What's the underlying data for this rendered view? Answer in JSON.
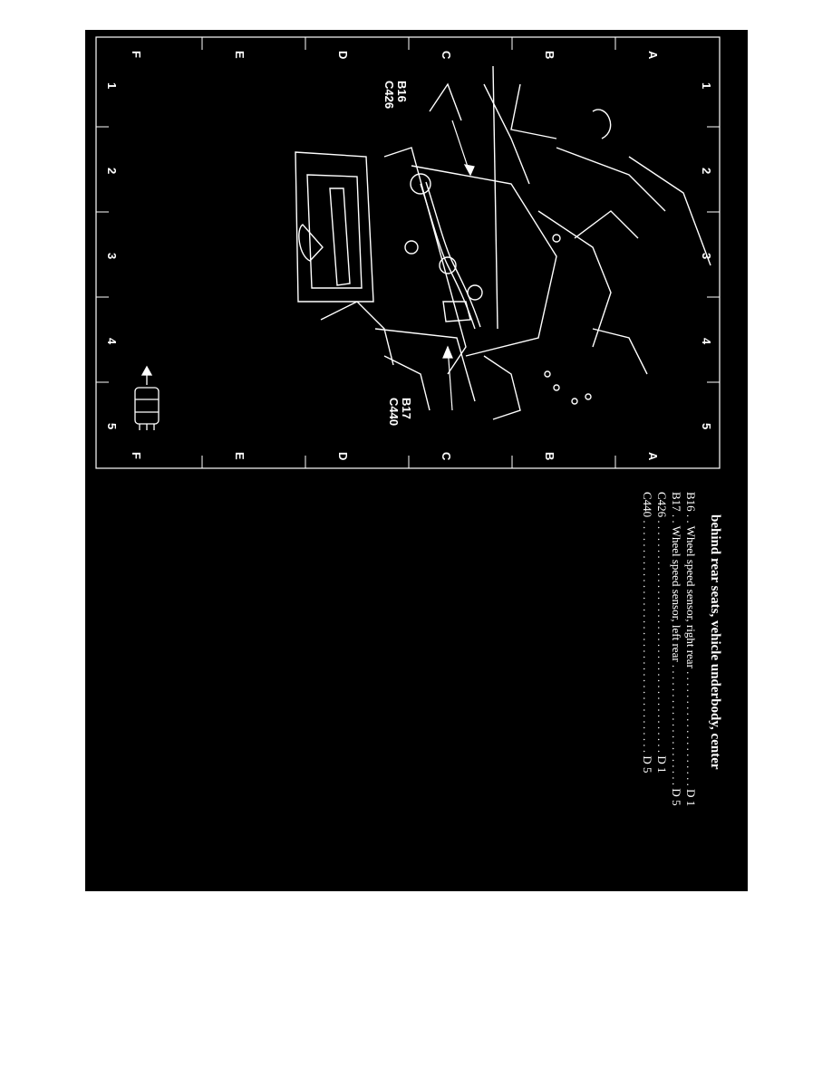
{
  "diagram": {
    "grid_rows_left": [
      "F",
      "E",
      "D",
      "C",
      "B",
      "A"
    ],
    "grid_rows_right": [
      "F",
      "E",
      "D",
      "C",
      "B",
      "A"
    ],
    "grid_cols_top": [
      "1",
      "2",
      "3",
      "4",
      "5"
    ],
    "grid_cols_bottom": [
      "1",
      "2",
      "3",
      "4",
      "5"
    ],
    "callouts": {
      "b16": "B16",
      "c426": "C426",
      "b17": "B17",
      "c440": "C440"
    }
  },
  "legend": {
    "title": "behind rear seats, vehicle underbody, center",
    "rows": [
      "B16 . .  Wheel speed sensor, right rear  . . . . . . . . . . . . . . . . . . . . D 1",
      "B17 . .  Wheel speed sensor, left rear  . . . . . . . . . . . . . . . . . . . . . D 5",
      "C426 . . . . . . . . . . . . . . . . . . . . . . . . . . . . . . . . . . . . . . . . D 1",
      "C440 . . . . . . . . . . . . . . . . . . . . . . . . . . . . . . . . . . . . . . . . D 5"
    ]
  },
  "colors": {
    "background": "#000000",
    "ink": "#ffffff",
    "page": "#ffffff"
  }
}
